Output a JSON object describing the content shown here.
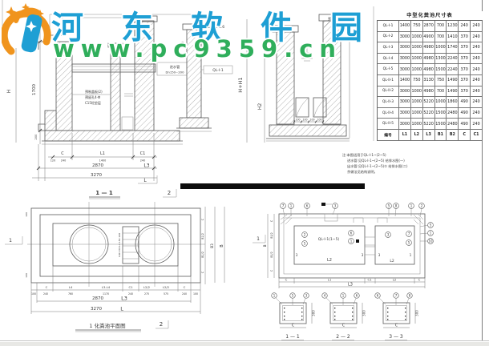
{
  "watermark": {
    "site_name": "河东软件园",
    "site_url": "www.pc9359.cn"
  },
  "colors": {
    "brand_blue": "#1e9fd4",
    "brand_green": "#2fae5b",
    "logo_orange": "#f0941d",
    "line_gray": "#5a5a5a",
    "redaction": "#0d0d0d"
  },
  "size_table": {
    "title": "中型化粪池尺寸表",
    "footer": [
      "编号",
      "L1",
      "L2",
      "L3",
      "B1",
      "B2",
      "C",
      "C1"
    ],
    "rows": [
      [
        "QL-I-1",
        "1400",
        "750",
        "2870",
        "700",
        "1230",
        "240",
        "240"
      ],
      [
        "QL-I-2",
        "3000",
        "1000",
        "4900",
        "700",
        "1410",
        "370",
        "240"
      ],
      [
        "QL-I-3",
        "3000",
        "1000",
        "4980",
        "1000",
        "1740",
        "370",
        "240"
      ],
      [
        "QL-I-4",
        "3000",
        "1000",
        "4980",
        "1300",
        "2240",
        "370",
        "240"
      ],
      [
        "QL-I-5",
        "3000",
        "1000",
        "4980",
        "1500",
        "2240",
        "370",
        "240"
      ],
      [
        "QL-II-1",
        "1400",
        "750",
        "3130",
        "750",
        "1490",
        "370",
        "240"
      ],
      [
        "QL-II-2",
        "3000",
        "1000",
        "4980",
        "700",
        "1490",
        "370",
        "240"
      ],
      [
        "QL-II-3",
        "3000",
        "1000",
        "5220",
        "1000",
        "1860",
        "490",
        "240"
      ],
      [
        "QL-II-4",
        "3000",
        "1000",
        "5220",
        "1500",
        "2480",
        "490",
        "240"
      ],
      [
        "QL-II-5",
        "3000",
        "1000",
        "5220",
        "1500",
        "2480",
        "490",
        "240"
      ]
    ]
  },
  "section_1": {
    "title": "1 — 1",
    "flag": "2",
    "dim_height": "1700",
    "dim_h": "H",
    "dim_200": "200",
    "seg_labels": [
      "C",
      "L1",
      "C1"
    ],
    "seg_values": [
      "120",
      "240",
      "1400",
      "240"
    ],
    "dim_l3_value": "2870",
    "dim_l3": "L3",
    "dim_l_value": "3270",
    "dim_l": "L",
    "pipe_label_line1": "进水管",
    "pipe_label_line2": "Dn150~200",
    "inner_notes": [
      "预制盖板(2)",
      "预留孔4-Φ",
      "C15砼垫层"
    ]
  },
  "pier": {
    "label_top": "DQL-I-1.6",
    "label_mid": "QL-I-1",
    "dim_750": "750"
  },
  "section_2": {
    "dim_hh1": "H+H1",
    "dim_h2": "H2",
    "dims_100": [
      "100",
      "100",
      "100",
      "100"
    ],
    "hole_label": "预留孔200×150"
  },
  "notes": {
    "lines": [
      "注:本图适用于QL-I-1~(2~5)",
      "进水管:见QL-I-1~(2~5) 给排水图(一)",
      "出水管:见QL-I-1~(2~5)① 给排水图(二)",
      "余做法见结构说明。"
    ]
  },
  "plan": {
    "title": "1 化粪池平面图",
    "flag_right": "2",
    "flag_left": "1",
    "bottom_labels": [
      "C",
      "L4",
      "L3-L4",
      "C1",
      "L2/2",
      "L2/2",
      "C"
    ],
    "bottom_values": [
      "100",
      "240",
      "760",
      "1170",
      "240",
      "275",
      "575",
      "240",
      "100"
    ],
    "dim_l3_value": "2870",
    "dim_l3": "L3",
    "dim_l_value": "3270",
    "dim_l": "L",
    "right_seg_labels": [
      "C",
      "B1/2",
      "B1/2",
      "C"
    ],
    "right_b3": "B3",
    "right_b": "B",
    "ladder_dims": "100 150 L4 150 100",
    "side_values": [
      "100",
      "100"
    ]
  },
  "rebar_plan": {
    "label": "QL-I-1(1~5)",
    "room1_label": "L2",
    "room2_label": "L2",
    "top_marks": [
      "7",
      "1",
      "6",
      "3",
      "5",
      "8",
      "1",
      "2"
    ],
    "right_marks": [
      "5",
      "1",
      "10"
    ],
    "room1_marks": [
      "2",
      "5",
      "6",
      "1"
    ],
    "room2_marks": [
      "3",
      "7",
      "5"
    ],
    "cut_marks": [
      "3",
      "3",
      "3",
      "1"
    ],
    "bottom_labels": [
      "C",
      "L1",
      "C1",
      "L2",
      "C"
    ],
    "dim_l3": "L3",
    "left_seg_labels": [
      "C",
      "B1/2",
      "B1/2",
      "C"
    ],
    "left_b": "B",
    "side_flag": "1"
  },
  "small_sections": [
    {
      "title": "1 — 1",
      "marks": [
        "1",
        "5",
        "3"
      ],
      "dim_width": "C",
      "dim_height": "300"
    },
    {
      "title": "2 — 2",
      "marks": [
        "4",
        "1",
        "6"
      ],
      "dim_width": "C",
      "dim_height": "300"
    },
    {
      "title": "3 — 3",
      "marks": [
        "6",
        "7",
        "8"
      ],
      "dim_width": "C",
      "dim_height": "300"
    }
  ]
}
